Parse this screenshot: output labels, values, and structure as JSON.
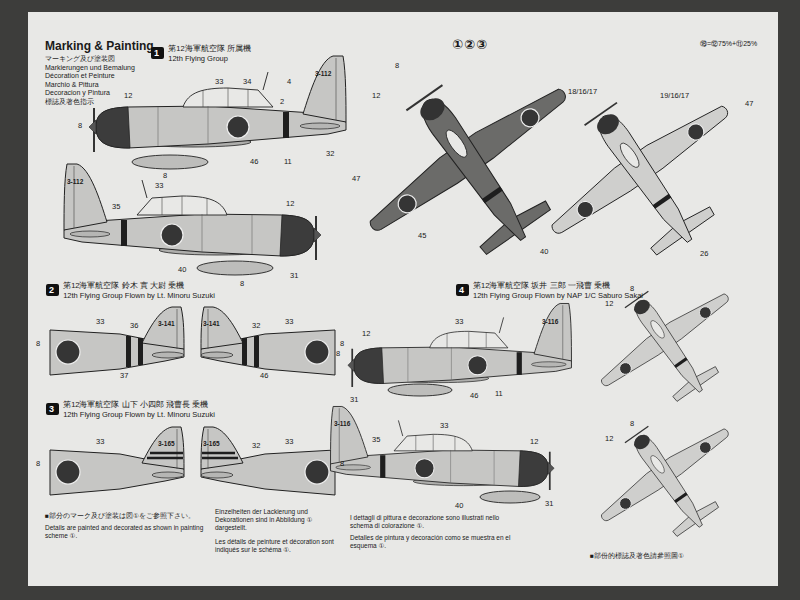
{
  "diagram": {
    "title": "Marking & Painting",
    "nodes": [
      {
        "text": [
          "1",
          "第12海軍航空隊 所属機",
          "12th Flying Group"
        ]
      },
      {
        "text": [
          "2",
          "第12海軍航空隊 鈴木 實 大尉 乗機",
          "12th Flying Group Flown by Lt. Minoru Suzuki"
        ]
      },
      {
        "text": [
          "3",
          "第12海軍航空隊 山下 小四郎 飛曹長 乗機",
          "12th Flying Group Flown by Lt. Minoru Suzuki"
        ]
      },
      {
        "text": [
          "4",
          "第12海軍航空隊 坂井 三郎 一飛曹 乗機",
          "12th Flying Group Flown by NAP 1/C Saburo Sakai"
        ]
      }
    ],
    "labels": [
      "マーキング及び塗装図",
      "Markierungen und Bemalung",
      "Décoration et Peinture",
      "Marchio & Pittura",
      "Decoracion y Pintura",
      "標誌及著色指示",
      "①②③",
      "⑱=⑫75%+⑪25%",
      "3-112",
      "3-112",
      "3-141",
      "3-141",
      "3-165",
      "3-165",
      "3-116",
      "3-116",
      "12",
      "8",
      "33",
      "34",
      "4",
      "2",
      "46",
      "11",
      "32",
      "8",
      "12",
      "33",
      "35",
      "40",
      "31",
      "8",
      "8",
      "33",
      "36",
      "37",
      "8",
      "33",
      "32",
      "46",
      "8",
      "33",
      "8",
      "33",
      "32",
      "8",
      "12",
      "47",
      "40",
      "45",
      "18/16/17",
      "19/16/17",
      "47",
      "26",
      "8",
      "12",
      "8",
      "12",
      "12",
      "8",
      "33",
      "46",
      "11",
      "31",
      "12",
      "33",
      "35",
      "31",
      "40",
      "■部分のマーク及び塗装は図①をご参照下さい。",
      "Details are painted and decorated as shown in painting scheme ①.",
      "Einzelheiten der Lackierung und Dekorationen sind in Abbildung ① dargestellt.",
      "Les détails de peinture et décoration sont indiqués sur le schéma ①.",
      "I dettagli di pittura e decorazione sono illustrati nello schema di colorazione ①.",
      "Detalles de pintura y decoración como se muestra en el esquema ①.",
      "■部份的標誌及著色請參照圖①"
    ]
  }
}
